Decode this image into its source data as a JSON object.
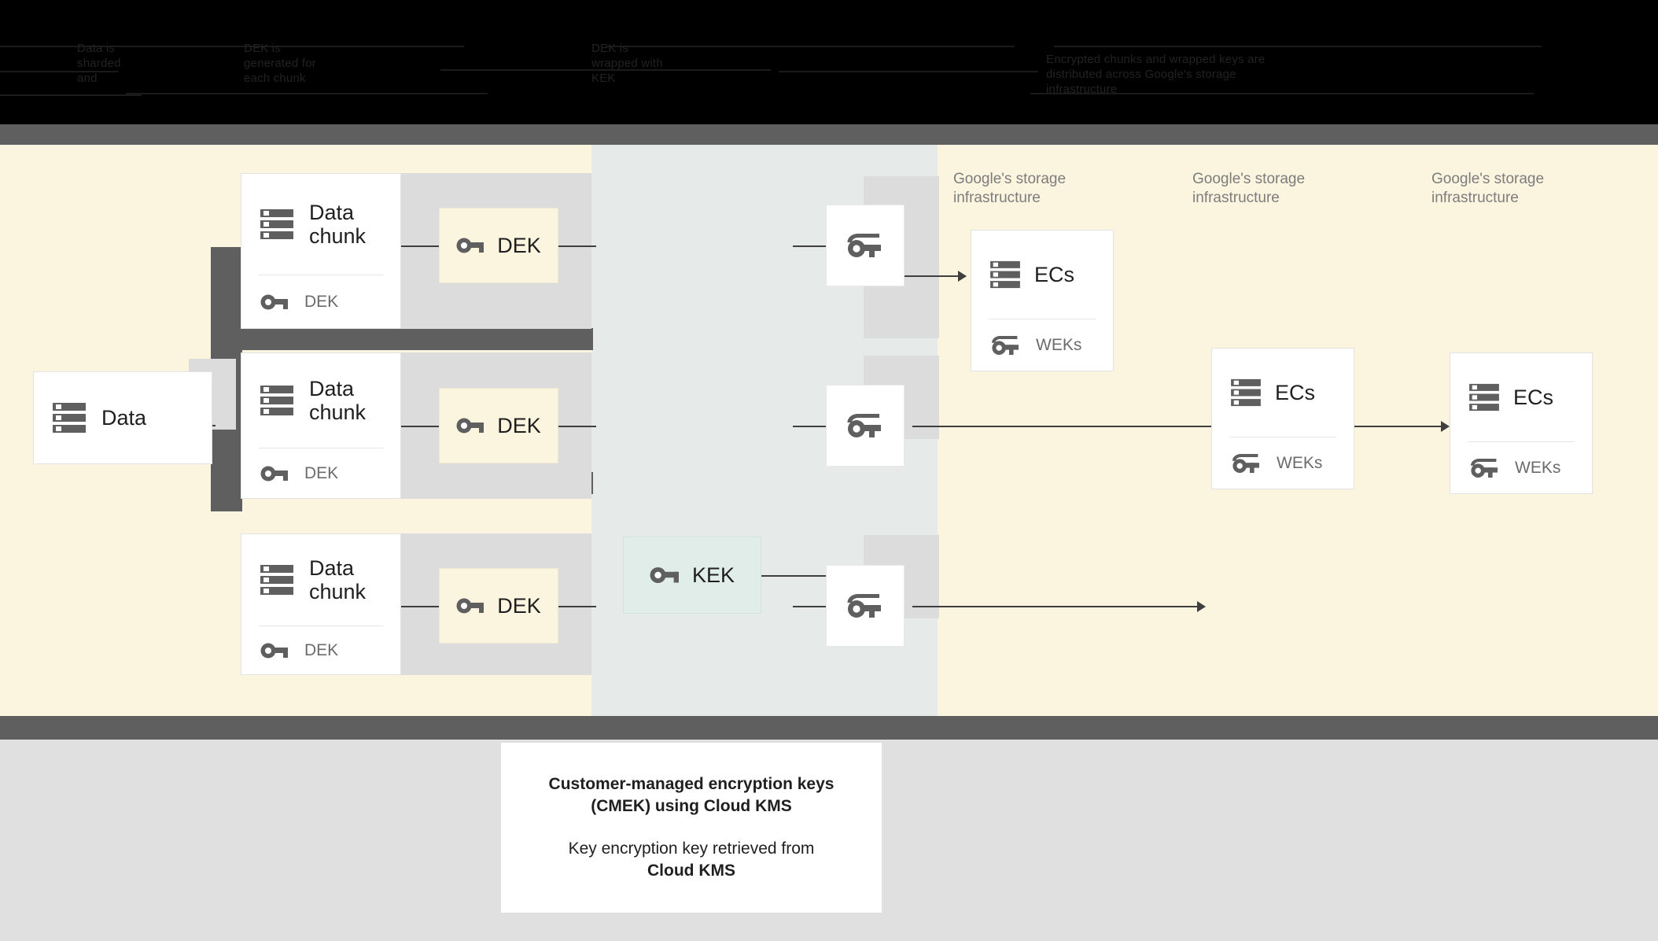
{
  "header": {
    "obscured": true,
    "columns": [
      {
        "text": "Data is\nsharded\nand"
      },
      {
        "text": "DEK is\ngenerated for\neach chunk"
      },
      {
        "text": "DEK is\nwrapped with\nKEK"
      },
      {
        "text": "Encrypted chunks and wrapped keys are\ndistributed across Google's storage\ninfrastructure"
      }
    ]
  },
  "diagram": {
    "source": {
      "label": "Data",
      "icon": "storage-icon"
    },
    "chunks": [
      {
        "title": "Data\nchunk",
        "icon": "storage-icon",
        "key_label": "DEK",
        "key_icon": "key-icon"
      },
      {
        "title": "Data\nchunk",
        "icon": "storage-icon",
        "key_label": "DEK",
        "key_icon": "key-icon"
      },
      {
        "title": "Data\nchunk",
        "icon": "storage-icon",
        "key_label": "DEK",
        "key_icon": "key-icon"
      }
    ],
    "deks": [
      {
        "label": "DEK",
        "icon": "key-icon"
      },
      {
        "label": "DEK",
        "icon": "key-icon"
      },
      {
        "label": "DEK",
        "icon": "key-icon"
      }
    ],
    "kek": {
      "label": "KEK",
      "icon": "key-icon"
    },
    "weks": [
      {
        "icon": "wrapped-key-icon"
      },
      {
        "icon": "wrapped-key-icon"
      },
      {
        "icon": "wrapped-key-icon"
      }
    ],
    "storage_cards": [
      {
        "title": "ECs",
        "icon": "storage-icon",
        "key_label": "WEKs",
        "key_icon": "wrapped-key-icon"
      },
      {
        "title": "ECs",
        "icon": "storage-icon",
        "key_label": "WEKs",
        "key_icon": "wrapped-key-icon"
      },
      {
        "title": "ECs",
        "icon": "storage-icon",
        "key_label": "WEKs",
        "key_icon": "wrapped-key-icon"
      }
    ],
    "infra_labels": [
      "Google's storage\ninfrastructure",
      "Google's storage\ninfrastructure",
      "Google's storage\ninfrastructure"
    ]
  },
  "caption": {
    "title": "Customer-managed encryption keys\n(CMEK) using Cloud KMS",
    "body_prefix": "Key encryption key retrieved from",
    "body_strong": "Cloud KMS"
  },
  "colors": {
    "cream": "#fbf4df",
    "mint": "#e1ede8",
    "band_gray": "#e6eae9",
    "dark_gray": "#5f5f5f",
    "bottom_gray": "#e0e0e0",
    "text_dark": "#1f1f1f",
    "text_muted": "#7d7d7d"
  }
}
